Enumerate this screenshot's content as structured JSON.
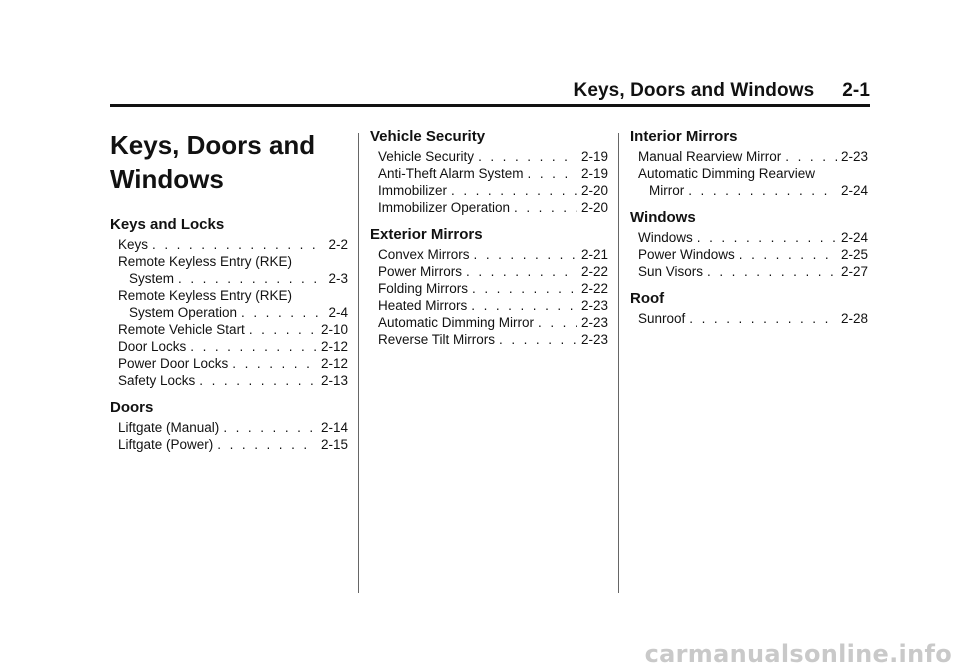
{
  "header": {
    "title": "Keys, Doors and Windows",
    "page": "2-1"
  },
  "chapter": {
    "line1": "Keys, Doors and",
    "line2": "Windows"
  },
  "columns": [
    {
      "sections": [
        {
          "title": "Keys and Locks",
          "entries": [
            {
              "text": "Keys",
              "page": "2-2"
            },
            {
              "line1": "Remote Keyless Entry (RKE)",
              "text": "System",
              "page": "2-3"
            },
            {
              "line1": "Remote Keyless Entry (RKE)",
              "text": "System Operation",
              "page": "2-4"
            },
            {
              "text": "Remote Vehicle Start",
              "page": "2-10"
            },
            {
              "text": "Door Locks",
              "page": "2-12"
            },
            {
              "text": "Power Door Locks",
              "page": "2-12"
            },
            {
              "text": "Safety Locks",
              "page": "2-13"
            }
          ]
        },
        {
          "title": "Doors",
          "entries": [
            {
              "text": "Liftgate (Manual)",
              "page": "2-14"
            },
            {
              "text": "Liftgate (Power)",
              "page": "2-15"
            }
          ]
        }
      ]
    },
    {
      "sections": [
        {
          "title": "Vehicle Security",
          "entries": [
            {
              "text": "Vehicle Security",
              "page": "2-19"
            },
            {
              "text": "Anti-Theft Alarm System",
              "page": "2-19"
            },
            {
              "text": "Immobilizer",
              "page": "2-20"
            },
            {
              "text": "Immobilizer Operation",
              "page": "2-20"
            }
          ]
        },
        {
          "title": "Exterior Mirrors",
          "entries": [
            {
              "text": "Convex Mirrors",
              "page": "2-21"
            },
            {
              "text": "Power Mirrors",
              "page": "2-22"
            },
            {
              "text": "Folding Mirrors",
              "page": "2-22"
            },
            {
              "text": "Heated Mirrors",
              "page": "2-23"
            },
            {
              "text": "Automatic Dimming Mirror",
              "page": "2-23"
            },
            {
              "text": "Reverse Tilt Mirrors",
              "page": "2-23"
            }
          ]
        }
      ]
    },
    {
      "sections": [
        {
          "title": "Interior Mirrors",
          "entries": [
            {
              "text": "Manual Rearview Mirror",
              "page": "2-23"
            },
            {
              "line1": "Automatic Dimming Rearview",
              "text": "Mirror",
              "page": "2-24"
            }
          ]
        },
        {
          "title": "Windows",
          "entries": [
            {
              "text": "Windows",
              "page": "2-24"
            },
            {
              "text": "Power Windows",
              "page": "2-25"
            },
            {
              "text": "Sun Visors",
              "page": "2-27"
            }
          ]
        },
        {
          "title": "Roof",
          "entries": [
            {
              "text": "Sunroof",
              "page": "2-28"
            }
          ]
        }
      ]
    }
  ],
  "watermark": "carmanualsonline.info"
}
